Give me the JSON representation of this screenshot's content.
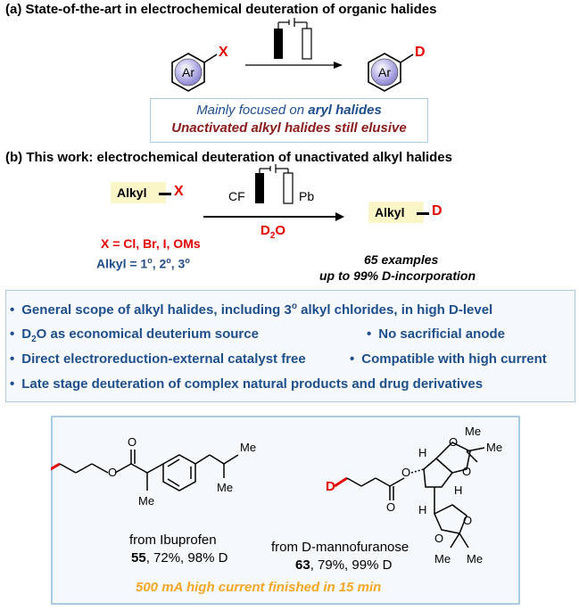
{
  "section_a": {
    "title": "(a) State-of-the-art  in electrochemical  deuteration  of organic halides",
    "ar": "Ar",
    "x": "X",
    "d": "D",
    "line1_prefix": "Mainly focused on ",
    "line1_bold": "aryl halides",
    "line2": "Unactivated alkyl halides still elusive"
  },
  "section_b": {
    "title": "(b) This work: electrochemical  deuteration  of unactivated  alkyl halides",
    "alkyl": "Alkyl",
    "x": "X",
    "d": "D",
    "cf": "CF",
    "pb": "Pb",
    "d2o": "D",
    "d2o_sub": "2",
    "d2o_o": "O",
    "x_list": "X = Cl, Br, I, OMs",
    "alkyl_degree": "Alkyl =  1",
    "deg2": ", 2",
    "deg3": ", 3",
    "deg_sup": "o",
    "examples": "65 examples",
    "incorporation": "up to 99% D-incorporation"
  },
  "bullets": {
    "dot": "•",
    "b1": "General scope of alkyl halides, including 3",
    "b1_sup": "o",
    "b1_end": " alkyl chlorides, in high D-level",
    "b2_a": "D",
    "b2_sub": "2",
    "b2_b": "O as economical deuterium source",
    "b3": "No sacrificial anode",
    "b4": "Direct electroreduction-external  catalyst free",
    "b5": "Compatible with high current",
    "b6": "Late stage deuteration  of complex natural products and drug derivatives"
  },
  "examples": {
    "ex1_from": "from Ibuprofen",
    "ex1_num": "55",
    "ex1_rest": ", 72%, 98% D",
    "ex2_from": "from D-mannofuranose",
    "ex2_num": "63",
    "ex2_rest": ", 79%, 99% D",
    "d": "D",
    "o": "O",
    "me": "Me",
    "h": "H",
    "footer": "500 mA high current finished in 15 min"
  },
  "colors": {
    "red": "#e60000",
    "blue": "#1f4e8c",
    "darkred": "#8b1a1a",
    "orange": "#f5a623",
    "box_border": "#a9cbe3",
    "yellow": "#fbf6c8"
  }
}
